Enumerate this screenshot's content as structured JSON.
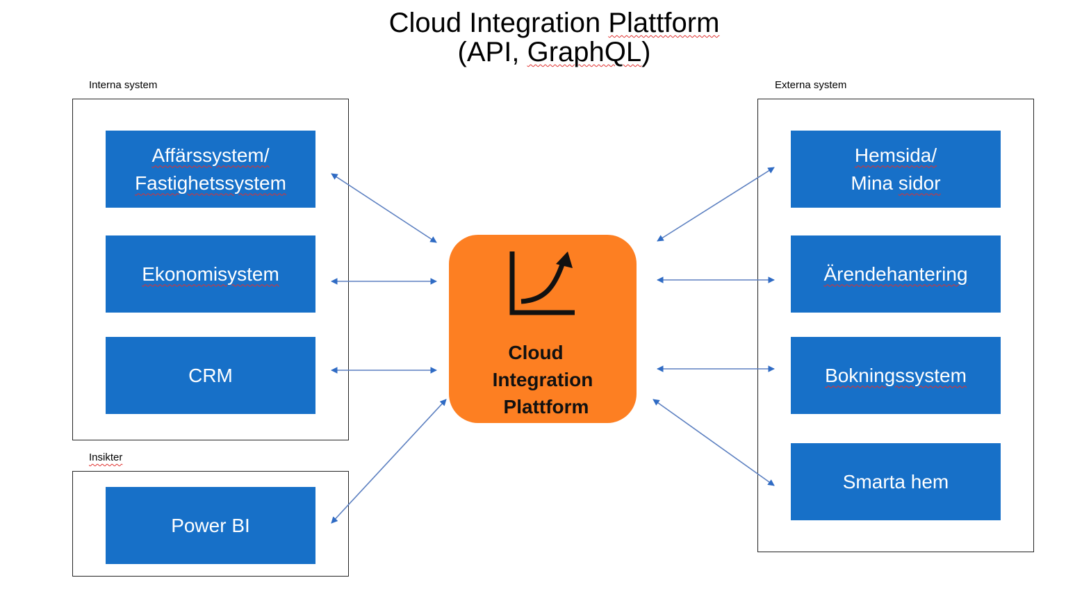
{
  "title": {
    "line1_prefix": "Cloud Integration ",
    "line1_flagged": "Plattform",
    "line2_prefix": "(API, ",
    "line2_flagged": "GraphQL",
    "line2_suffix": ")"
  },
  "groups": {
    "internal": {
      "label": "Interna system"
    },
    "insights": {
      "label": "Insikter"
    },
    "external": {
      "label": "Externa system"
    }
  },
  "internal_systems": [
    {
      "line1": "Affärssystem/",
      "line2": "Fastighetssystem"
    },
    {
      "line1": "Ekonomisystem"
    },
    {
      "line1": "CRM"
    }
  ],
  "insight_systems": [
    {
      "line1": "Power BI"
    }
  ],
  "external_systems": [
    {
      "line1": "Hemsida/",
      "line2_prefix": "Mina ",
      "line2_flagged": "sidor"
    },
    {
      "line1": "Ärendehantering"
    },
    {
      "line1": "Bokningssystem"
    },
    {
      "line1": "Smarta hem"
    }
  ],
  "hub": {
    "icon": "growth-chart-icon",
    "lines": [
      "Cloud",
      "Integration",
      "Plattform"
    ]
  },
  "connections": [
    {
      "from": "Affärssystem/Fastighetssystem",
      "to": "Cloud Integration Plattform",
      "direction": "bidirectional"
    },
    {
      "from": "Ekonomisystem",
      "to": "Cloud Integration Plattform",
      "direction": "bidirectional"
    },
    {
      "from": "CRM",
      "to": "Cloud Integration Plattform",
      "direction": "bidirectional"
    },
    {
      "from": "Power BI",
      "to": "Cloud Integration Plattform",
      "direction": "bidirectional"
    },
    {
      "from": "Cloud Integration Plattform",
      "to": "Hemsida/Mina sidor",
      "direction": "bidirectional"
    },
    {
      "from": "Cloud Integration Plattform",
      "to": "Ärendehantering",
      "direction": "bidirectional"
    },
    {
      "from": "Cloud Integration Plattform",
      "to": "Bokningssystem",
      "direction": "bidirectional"
    },
    {
      "from": "Cloud Integration Plattform",
      "to": "Smarta hem",
      "direction": "bidirectional"
    }
  ],
  "colors": {
    "system_box": "#1770c8",
    "hub": "#fd7f22",
    "arrow": "#4a78c0",
    "spellcheck": "#e0302e"
  }
}
